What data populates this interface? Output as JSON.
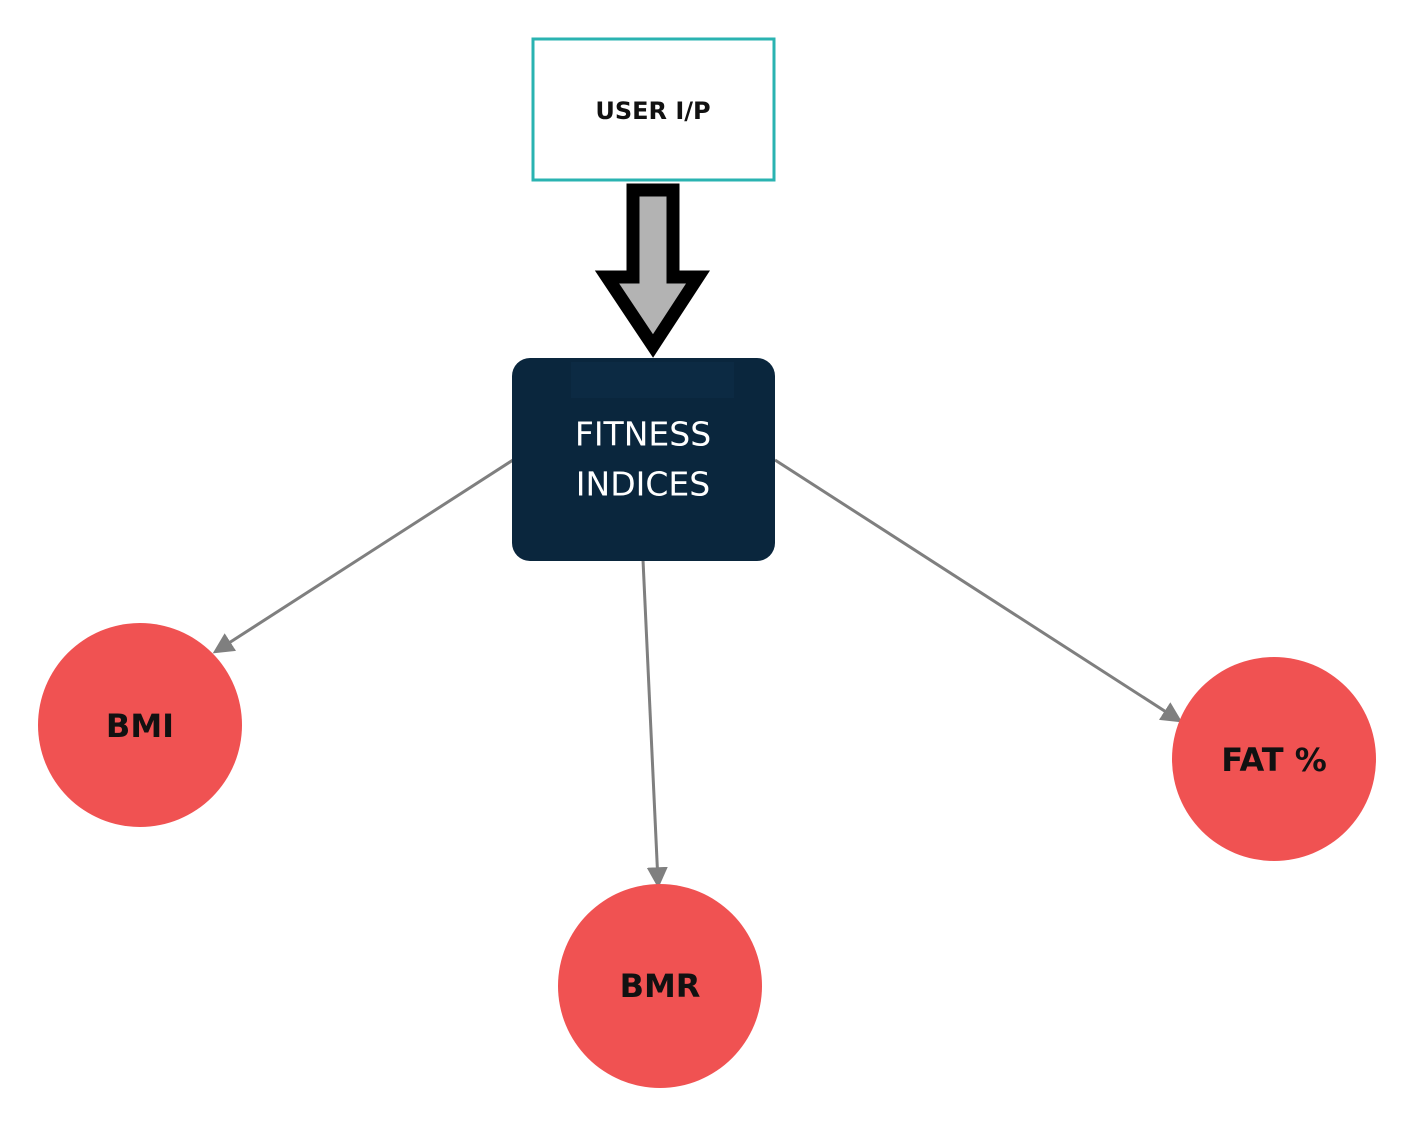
{
  "diagram": {
    "input_box": {
      "label": "USER I/P"
    },
    "hub": {
      "line1": "FITNESS",
      "line2": "INDICES"
    },
    "outputs": [
      {
        "label": "BMI"
      },
      {
        "label": "BMR"
      },
      {
        "label": "FAT %"
      }
    ]
  },
  "colors": {
    "input_border": "#2ab3b1",
    "hub_fill": "#0a263d",
    "hub_text": "#ffffff",
    "node_fill": "#f05252",
    "connector": "#7f7f7f",
    "arrow_fill": "#b3b3b3",
    "arrow_outline": "#000000"
  }
}
